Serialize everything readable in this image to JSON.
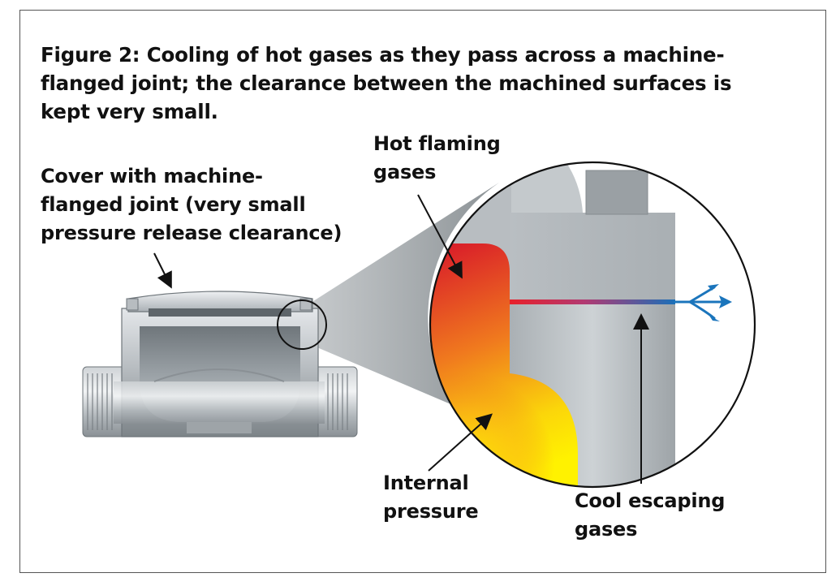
{
  "title_lines": [
    "Figure 2: Cooling of hot gases as they pass across a machine-",
    "flanged joint; the clearance between the machined surfaces is",
    "kept very small."
  ],
  "labels": {
    "cover": [
      "Cover with machine-",
      "flanged joint (very small",
      "pressure release clearance)"
    ],
    "hot_gases": [
      "Hot flaming",
      "gases"
    ],
    "internal_pressure": [
      "Internal",
      "pressure"
    ],
    "cool_gases": [
      "Cool escaping",
      "gases"
    ]
  },
  "colors": {
    "frame": "#555555",
    "metal_light": "#d6dadd",
    "metal_mid": "#a8aeb3",
    "metal_dark": "#6e757a",
    "hot_red": "#d8192a",
    "hot_orange": "#f08a1e",
    "hot_yellow": "#ffec00",
    "gap_red": "#e8202a",
    "gap_blue": "#1a6fb8",
    "arrow_blue": "#1b75bc"
  }
}
